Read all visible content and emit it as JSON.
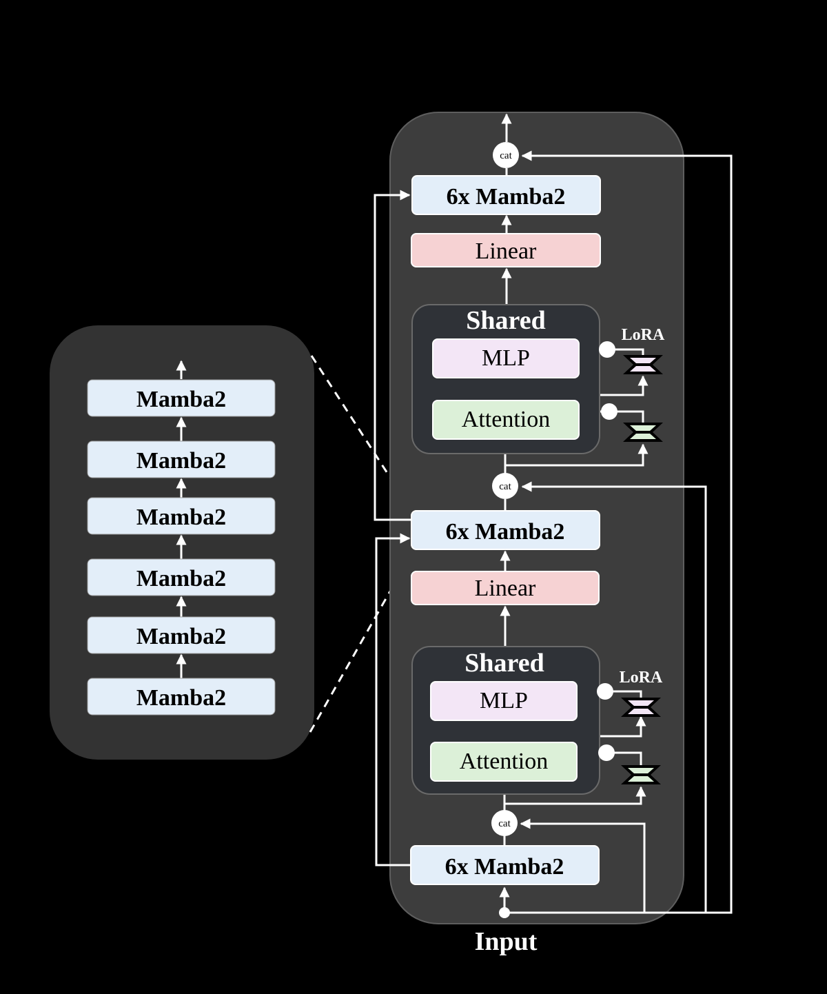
{
  "colors": {
    "background": "#000000",
    "panel": "#3d3d3d",
    "zoom_panel": "#333333",
    "shared_panel": "#2f3237",
    "mamba_fill": "#e3eef9",
    "linear_fill": "#f6d2d3",
    "mlp_fill": "#f3e6f6",
    "attention_fill": "#dcf0d8",
    "line": "#ffffff",
    "text_dark": "#000000",
    "text_light": "#ffffff"
  },
  "main": {
    "input_label": "Input",
    "stage_bottom": {
      "mamba_label": "6x Mamba2",
      "cat_label": "cat"
    },
    "shared_lower": {
      "title": "Shared",
      "mlp_label": "MLP",
      "attention_label": "Attention",
      "lora_label": "LoRA"
    },
    "linear_lower": "Linear",
    "stage_middle": {
      "mamba_label": "6x Mamba2",
      "cat_label": "cat"
    },
    "shared_upper": {
      "title": "Shared",
      "mlp_label": "MLP",
      "attention_label": "Attention",
      "lora_label": "LoRA"
    },
    "linear_upper": "Linear",
    "stage_top": {
      "mamba_label": "6x Mamba2",
      "cat_label": "cat"
    }
  },
  "zoom_panel": {
    "blocks": [
      "Mamba2",
      "Mamba2",
      "Mamba2",
      "Mamba2",
      "Mamba2",
      "Mamba2"
    ]
  }
}
